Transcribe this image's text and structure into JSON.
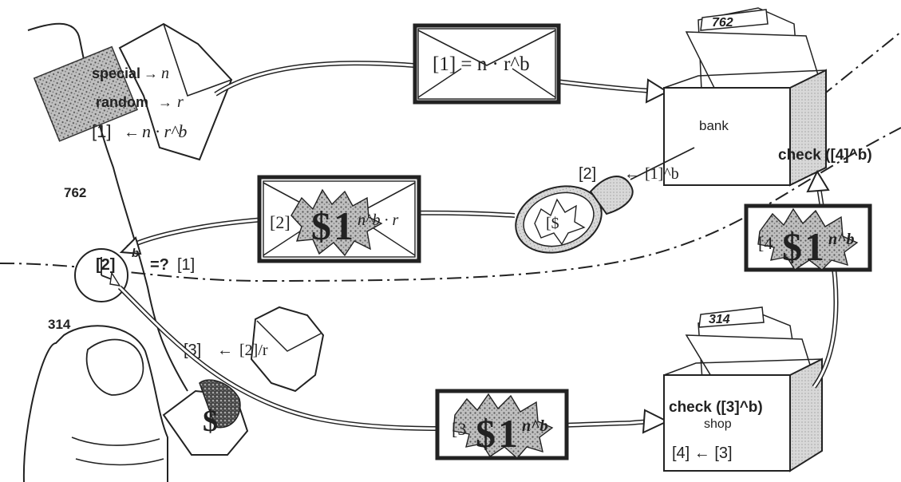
{
  "diagram": {
    "envelope_top": {
      "formula": "[1] = n · r^b"
    },
    "keys": {
      "special": "special",
      "random": "random",
      "n": "n",
      "r": "r",
      "left": "[1]",
      "right": "n · r^b"
    },
    "bank_folder": {
      "tab": "762",
      "label": "bank"
    },
    "shop_folder": {
      "tab": "314",
      "check": "check ([3]^b)",
      "label": "shop",
      "assign": "[4] ← [3]"
    },
    "party_numbers": {
      "top": "762",
      "bottom": "314"
    },
    "bank_sign": {
      "left": "[2]",
      "right": "[1]^b"
    },
    "envelope_middle": {
      "bill_prefix": "[2]",
      "bill_suffix": "n^b · r"
    },
    "stamp": {
      "text": "[$"
    },
    "clock_check": {
      "left": "[2]",
      "exp": "b",
      "op": "=?",
      "right": "[1]"
    },
    "unblind": {
      "left": "[3]",
      "arrow": "←",
      "right": "[2]/r"
    },
    "bill_shop": {
      "prefix": "[3",
      "suffix": "n^b"
    },
    "bill_bank": {
      "prefix": "[4",
      "suffix": "n^b"
    },
    "bank_check": {
      "text": "check ([4]^b)"
    },
    "dollar": {
      "symbol": "$",
      "amount": "1"
    }
  }
}
